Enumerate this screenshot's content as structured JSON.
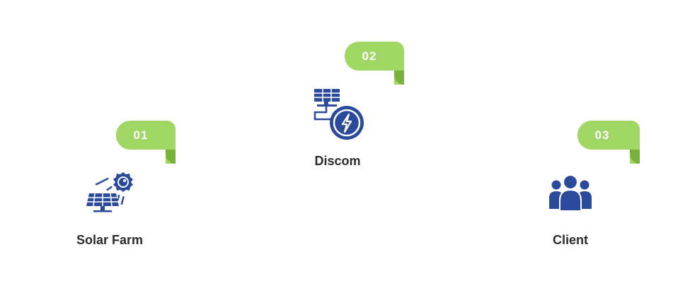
{
  "steps": [
    {
      "number": "01",
      "label": "Solar Farm",
      "icon": "solar-panel-sun-icon"
    },
    {
      "number": "02",
      "label": "Discom",
      "icon": "solar-power-grid-icon"
    },
    {
      "number": "03",
      "label": "Client",
      "icon": "users-group-icon"
    }
  ],
  "colors": {
    "badge": "#a0d663",
    "badge_curl": "#79b13c",
    "icon": "#2a4b9b",
    "text": "#2b2b2b"
  }
}
